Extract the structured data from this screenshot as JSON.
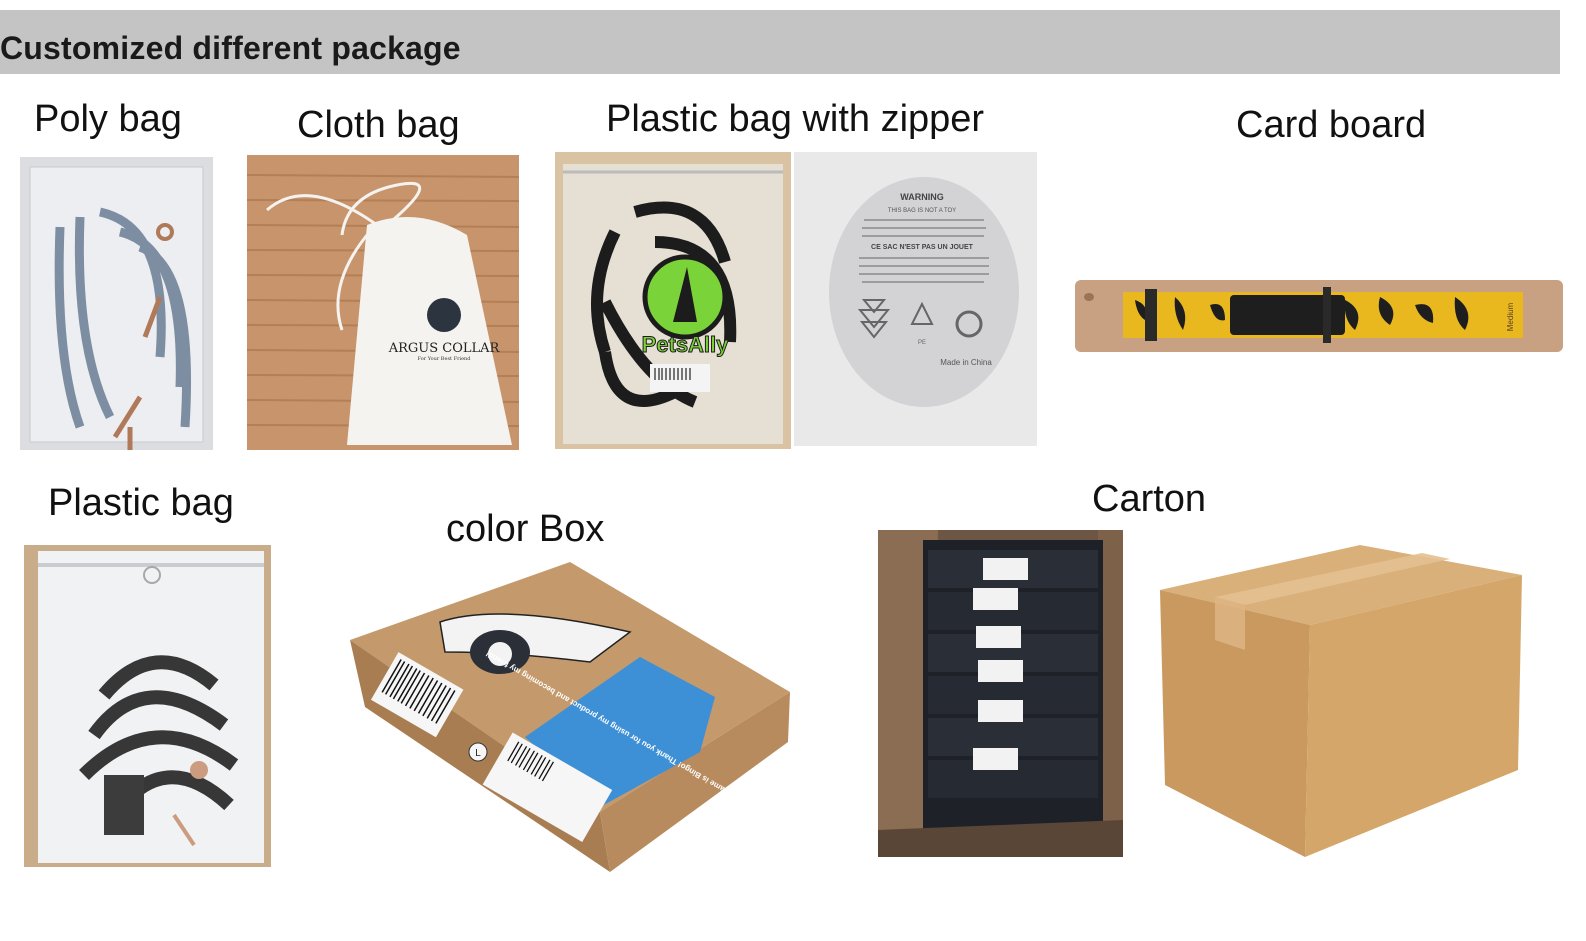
{
  "header": {
    "title": "Customized different package"
  },
  "labels": {
    "poly_bag": "Poly bag",
    "cloth_bag": "Cloth bag",
    "zipper_bag": "Plastic bag with zipper",
    "card_board": "Card board",
    "plastic_bag": "Plastic bag",
    "color_box": "color Box",
    "carton": "Carton"
  },
  "product_text": {
    "argus_brand": "ARGUS COLLAR",
    "argus_tagline": "For Your Best Friend",
    "petsally_logo": "PetsAlly",
    "warning_title": "WARNING",
    "warning_line1": "THIS BAG IS NOT A TOY",
    "warning_line2": "CE SAC N'EST PAS UN JOUET",
    "made_in": "Made in China",
    "recycle_code": "PE",
    "card_size": "Medium",
    "box_size": "L",
    "box_speech": "Hi, my name is Bingo! Thank you for using my product and becoming my friend!"
  },
  "colors": {
    "header_bg": "#c4c4c4",
    "kraft": "#c49a6c",
    "speech_blue": "#3d8fd6",
    "petsally_green": "#7bd33a",
    "collar_yellow": "#e8b81e"
  }
}
